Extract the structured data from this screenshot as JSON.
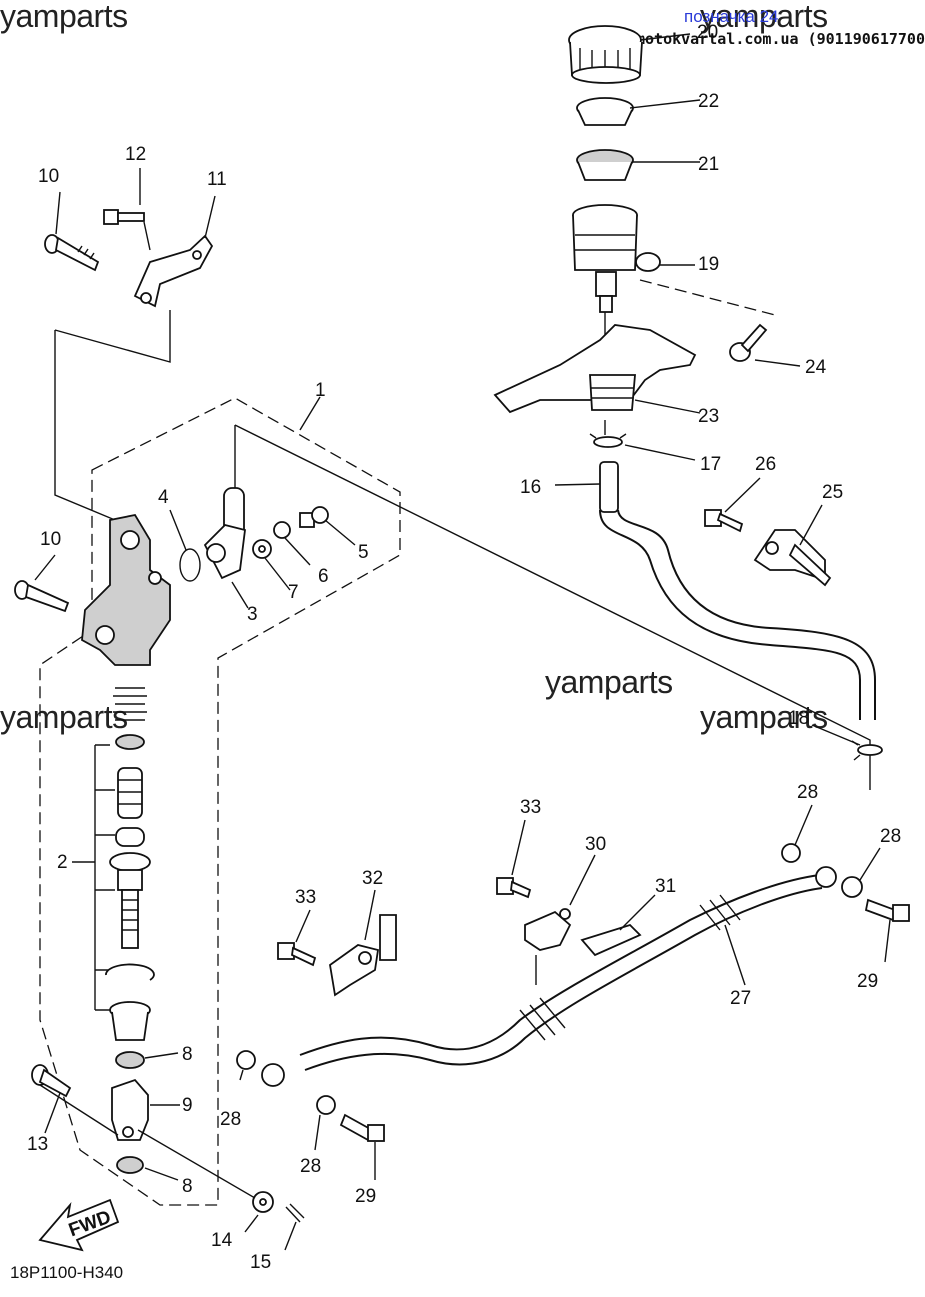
{
  "watermarks": [
    "yamparts",
    "yamparts",
    "yamparts",
    "yamparts",
    "yamparts"
  ],
  "header_link": "позначка 24",
  "header_site": "motokvartal.com.ua (901190617700)",
  "diagram_code": "18P1100-H340",
  "fwd_label": "FWD",
  "callouts": {
    "n1": "1",
    "n2": "2",
    "n3": "3",
    "n4": "4",
    "n5": "5",
    "n6": "6",
    "n7": "7",
    "n8a": "8",
    "n8b": "8",
    "n9": "9",
    "n10a": "10",
    "n10b": "10",
    "n11": "11",
    "n12": "12",
    "n13": "13",
    "n14": "14",
    "n15": "15",
    "n16": "16",
    "n17": "17",
    "n18": "18",
    "n19": "19",
    "n20": "20",
    "n21": "21",
    "n22": "22",
    "n23": "23",
    "n24": "24",
    "n25": "25",
    "n26": "26",
    "n27": "27",
    "n28a": "28",
    "n28b": "28",
    "n28c": "28",
    "n28d": "28",
    "n29a": "29",
    "n29b": "29",
    "n30": "30",
    "n31": "31",
    "n32": "32",
    "n33a": "33",
    "n33b": "33"
  }
}
